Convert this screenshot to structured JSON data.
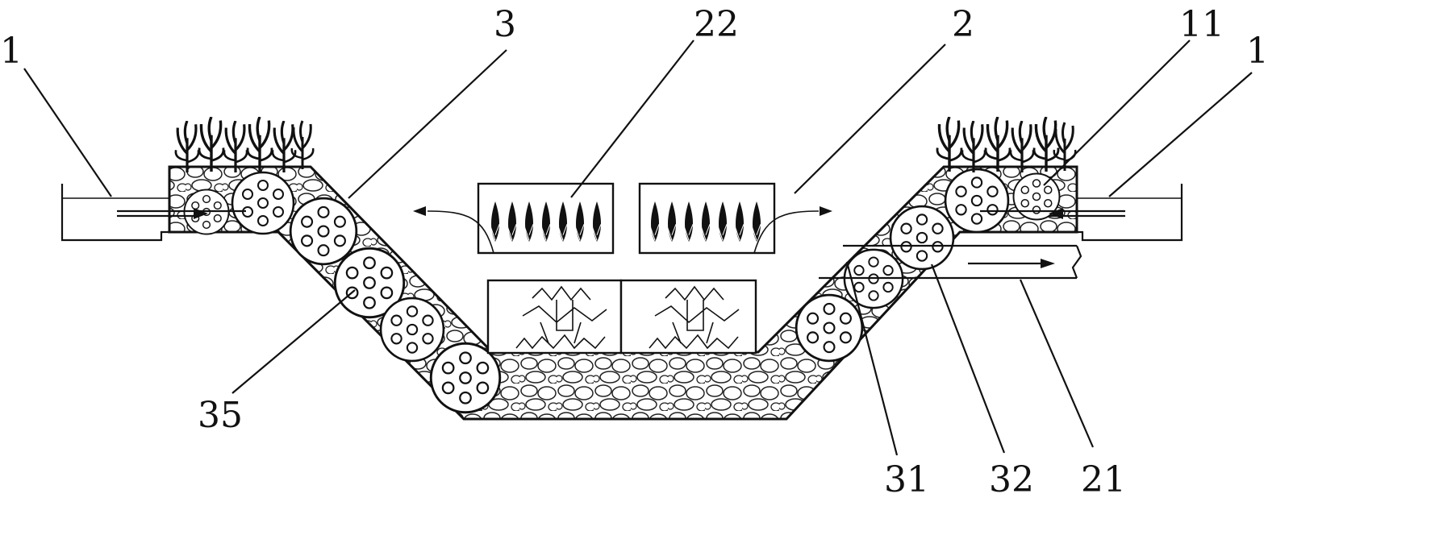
{
  "labels": {
    "inlet_left": "1",
    "slope_3": "3",
    "float_22": "22",
    "water_2": "2",
    "pipe_11": "11",
    "inlet_right": "1",
    "ball_35": "35",
    "layer_31": "31",
    "layer_32": "32",
    "outlet_21": "21"
  }
}
